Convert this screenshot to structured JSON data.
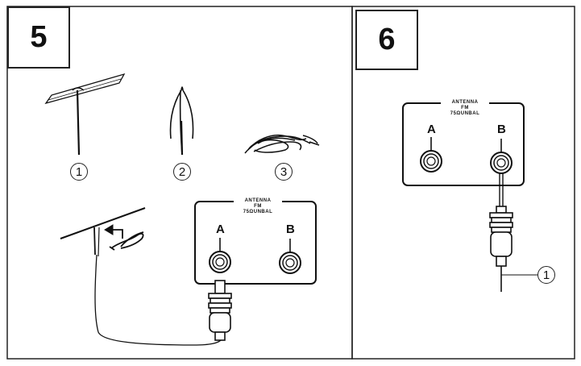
{
  "panels": [
    {
      "step": "5",
      "items": [
        "1",
        "2",
        "3"
      ],
      "terminal": {
        "title": "ANTENNA",
        "band": "FM",
        "impedance": "75ΩUNBAL",
        "jack_a": "A",
        "jack_b": "B"
      }
    },
    {
      "step": "6",
      "terminal": {
        "title": "ANTENNA",
        "band": "FM",
        "impedance": "75ΩUNBAL",
        "jack_a": "A",
        "jack_b": "B"
      },
      "callout": "1"
    }
  ]
}
